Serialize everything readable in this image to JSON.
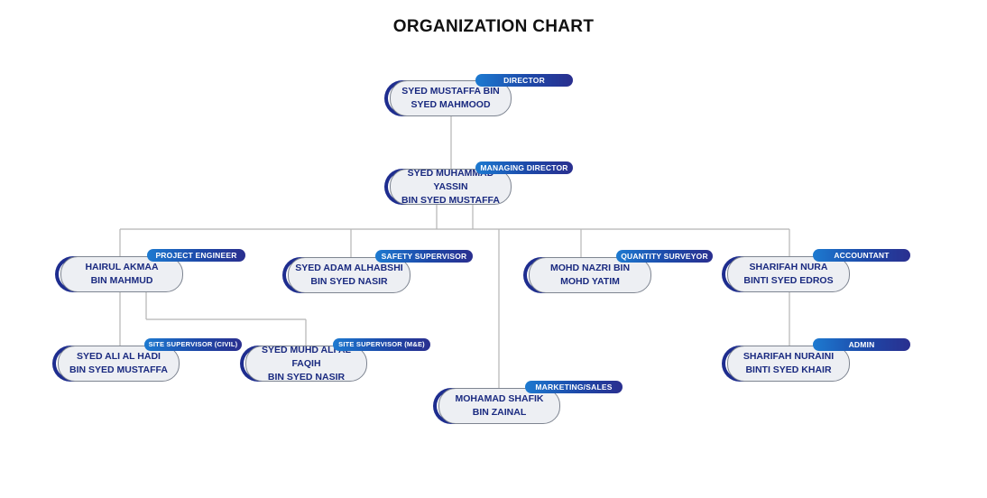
{
  "title": "ORGANIZATION CHART",
  "nodes": {
    "director": {
      "role": "DIRECTOR",
      "name": "SYED MUSTAFFA BIN\nSYED MAHMOOD"
    },
    "managing_director": {
      "role": "MANAGING DIRECTOR",
      "name": "SYED MUHAMMAD YASSIN\nBIN SYED MUSTAFFA"
    },
    "project_engineer": {
      "role": "PROJECT ENGINEER",
      "name": "HAIRUL AKMAA\nBIN MAHMUD"
    },
    "safety_supervisor": {
      "role": "SAFETY SUPERVISOR",
      "name": "SYED ADAM ALHABSHI\nBIN SYED NASIR"
    },
    "quantity_surveyor": {
      "role": "QUANTITY SURVEYOR",
      "name": "MOHD NAZRI BIN\nMOHD YATIM"
    },
    "accountant": {
      "role": "ACCOUNTANT",
      "name": "SHARIFAH NURA\nBINTI SYED EDROS"
    },
    "site_supervisor_civil": {
      "role": "SITE SUPERVISOR (CIVIL)",
      "name": "SYED ALI AL HADI\nBIN SYED MUSTAFFA"
    },
    "site_supervisor_me": {
      "role": "SITE SUPERVISOR (M&E)",
      "name": "SYED MUHD ALI AL FAQIH\nBIN SYED NASIR"
    },
    "marketing_sales": {
      "role": "MARKETING/SALES",
      "name": "MOHAMAD SHAFIK\nBIN ZAINAL"
    },
    "admin": {
      "role": "ADMIN",
      "name": "SHARIFAH NURAINI\nBINTI SYED KHAIR"
    }
  },
  "colors": {
    "line": "#b5b5b5",
    "name_text": "#1a2a80",
    "badge_start": "#1d7ad0",
    "badge_end": "#2a2f8f",
    "card_fill": "#edeff3",
    "arc": "#1e2d8f"
  }
}
